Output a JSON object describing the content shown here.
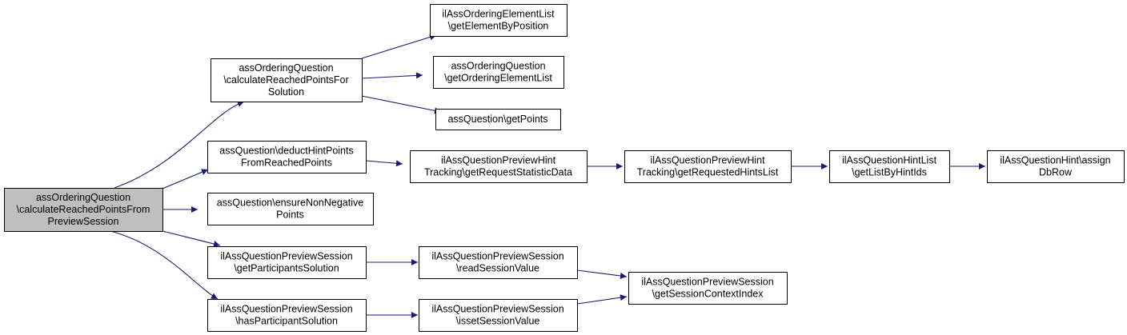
{
  "diagram": {
    "colors": {
      "edge": "#191970",
      "root_fill": "#bfbfbf",
      "node_fill": "#ffffff"
    },
    "nodes": [
      {
        "id": "root",
        "lines": [
          "assOrderingQuestion",
          "\\calculateReachedPointsFrom",
          "PreviewSession"
        ]
      },
      {
        "id": "calc_for_solution",
        "lines": [
          "assOrderingQuestion",
          "\\calculateReachedPointsFor",
          "Solution"
        ]
      },
      {
        "id": "deduct_hint",
        "lines": [
          "assQuestion\\deductHintPoints",
          "FromReachedPoints"
        ]
      },
      {
        "id": "ensure_nonneg",
        "lines": [
          "assQuestion\\ensureNonNegative",
          "Points"
        ]
      },
      {
        "id": "get_participants_solution",
        "lines": [
          "ilAssQuestionPreviewSession",
          "\\getParticipantsSolution"
        ]
      },
      {
        "id": "has_participant_solution",
        "lines": [
          "ilAssQuestionPreviewSession",
          "\\hasParticipantSolution"
        ]
      },
      {
        "id": "get_element_by_position",
        "lines": [
          "ilAssOrderingElementList",
          "\\getElementByPosition"
        ]
      },
      {
        "id": "get_ordering_element_list",
        "lines": [
          "assOrderingQuestion",
          "\\getOrderingElementList"
        ]
      },
      {
        "id": "get_points",
        "lines": [
          "assQuestion\\getPoints"
        ]
      },
      {
        "id": "get_request_statistic_data",
        "lines": [
          "ilAssQuestionPreviewHint",
          "Tracking\\getRequestStatisticData"
        ]
      },
      {
        "id": "get_requested_hints_list",
        "lines": [
          "ilAssQuestionPreviewHint",
          "Tracking\\getRequestedHintsList"
        ]
      },
      {
        "id": "get_list_by_hint_ids",
        "lines": [
          "ilAssQuestionHintList",
          "\\getListByHintIds"
        ]
      },
      {
        "id": "assign_db_row",
        "lines": [
          "ilAssQuestionHint\\assign",
          "DbRow"
        ]
      },
      {
        "id": "read_session_value",
        "lines": [
          "ilAssQuestionPreviewSession",
          "\\readSessionValue"
        ]
      },
      {
        "id": "isset_session_value",
        "lines": [
          "ilAssQuestionPreviewSession",
          "\\issetSessionValue"
        ]
      },
      {
        "id": "get_session_context_index",
        "lines": [
          "ilAssQuestionPreviewSession",
          "\\getSessionContextIndex"
        ]
      }
    ],
    "edges": [
      [
        "root",
        "calc_for_solution"
      ],
      [
        "root",
        "deduct_hint"
      ],
      [
        "root",
        "ensure_nonneg"
      ],
      [
        "root",
        "get_participants_solution"
      ],
      [
        "root",
        "has_participant_solution"
      ],
      [
        "calc_for_solution",
        "get_element_by_position"
      ],
      [
        "calc_for_solution",
        "get_ordering_element_list"
      ],
      [
        "calc_for_solution",
        "get_points"
      ],
      [
        "deduct_hint",
        "get_request_statistic_data"
      ],
      [
        "get_request_statistic_data",
        "get_requested_hints_list"
      ],
      [
        "get_requested_hints_list",
        "get_list_by_hint_ids"
      ],
      [
        "get_list_by_hint_ids",
        "assign_db_row"
      ],
      [
        "get_participants_solution",
        "read_session_value"
      ],
      [
        "has_participant_solution",
        "isset_session_value"
      ],
      [
        "read_session_value",
        "get_session_context_index"
      ],
      [
        "isset_session_value",
        "get_session_context_index"
      ]
    ]
  }
}
